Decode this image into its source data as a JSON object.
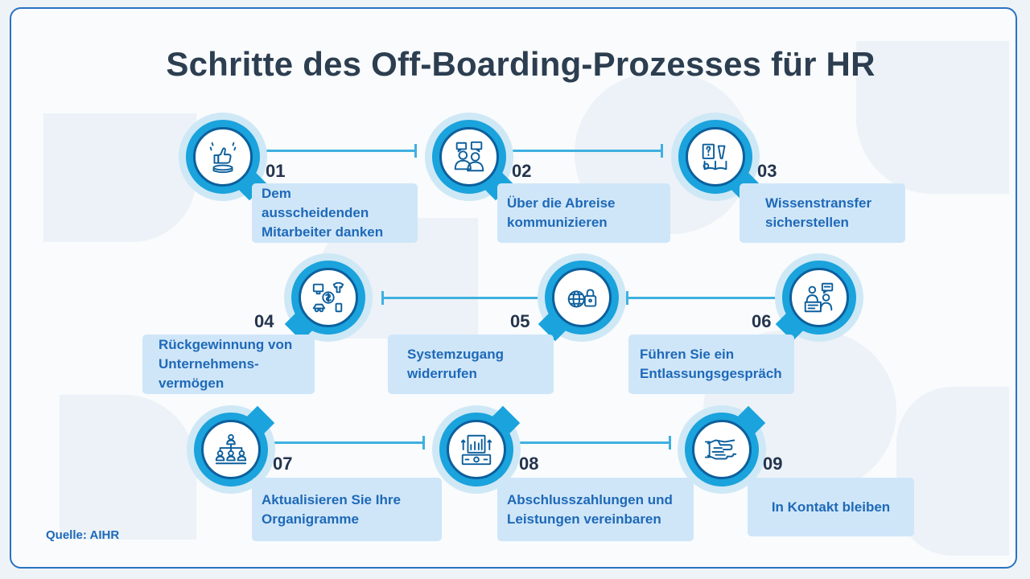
{
  "title": "Schritte des Off-Boarding-Prozesses für HR",
  "source_label": "Quelle:",
  "source_value": "AIHR",
  "steps": [
    {
      "number": "01",
      "lines": [
        "Dem",
        "ausscheidenden",
        "Mitarbeiter danken"
      ],
      "icon": "thumbs-up-award-icon"
    },
    {
      "number": "02",
      "lines": [
        "Über die Abreise",
        "kommunizieren"
      ],
      "icon": "people-chat-icon"
    },
    {
      "number": "03",
      "lines": [
        "Wissenstransfer",
        "sicherstellen"
      ],
      "icon": "book-knowledge-icon"
    },
    {
      "number": "04",
      "lines": [
        "Rückgewinnung von",
        "Unternehmens-",
        "vermögen"
      ],
      "icon": "company-assets-icon"
    },
    {
      "number": "05",
      "lines": [
        "Systemzugang",
        "widerrufen"
      ],
      "icon": "globe-lock-icon"
    },
    {
      "number": "06",
      "lines": [
        "Führen Sie ein",
        "Entlassungsgespräch"
      ],
      "icon": "exit-interview-icon"
    },
    {
      "number": "07",
      "lines": [
        "Aktualisieren Sie Ihre",
        "Organigramme"
      ],
      "icon": "org-chart-icon"
    },
    {
      "number": "08",
      "lines": [
        "Abschlusszahlungen und",
        "Leistungen vereinbaren"
      ],
      "icon": "payment-chart-icon"
    },
    {
      "number": "09",
      "lines": [
        "In Kontakt bleiben"
      ],
      "icon": "handshake-icon"
    }
  ],
  "colors": {
    "accent": "#1aa3dc",
    "connector": "#3fb0df",
    "label_bg": "#cfe6f8",
    "label_text": "#1e69b8",
    "title_text": "#2c3e50"
  }
}
